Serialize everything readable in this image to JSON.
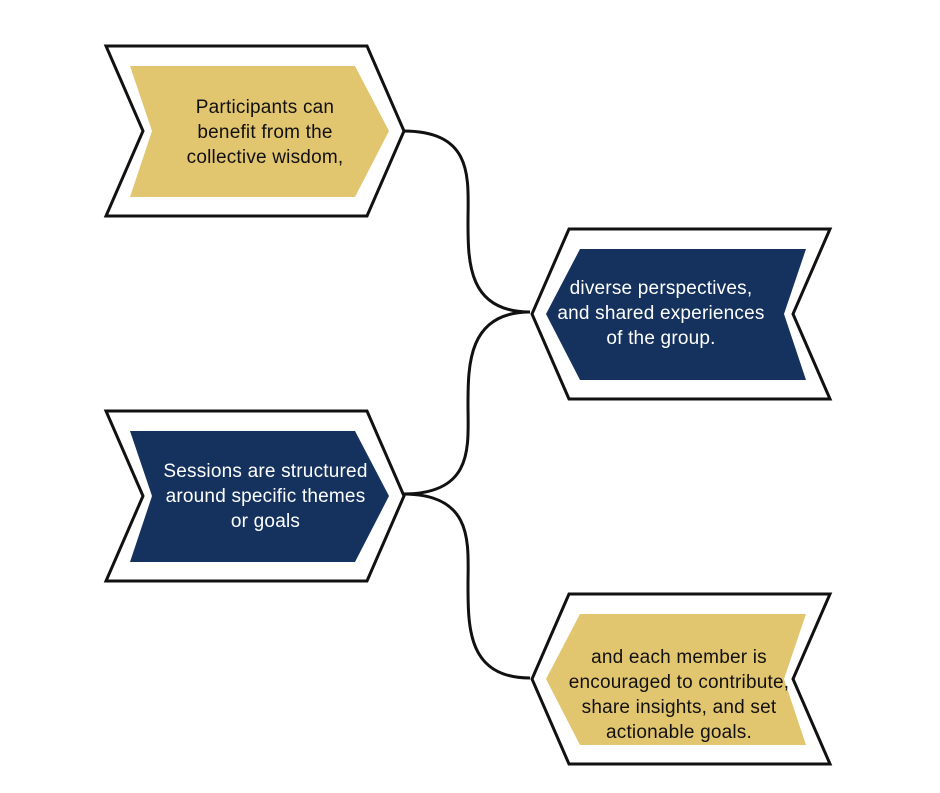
{
  "diagram": {
    "colors": {
      "gold": "#E2C56F",
      "navy": "#15325F",
      "outline": "#111111",
      "connector": "#111111"
    },
    "nodes": [
      {
        "id": "n1",
        "text": "Participants can benefit from the collective wisdom,",
        "fill": "gold",
        "direction": "right"
      },
      {
        "id": "n2",
        "text": "diverse perspectives, and shared experiences of the group.",
        "fill": "navy",
        "direction": "left"
      },
      {
        "id": "n3",
        "text": "Sessions are structured around specific themes or goals",
        "fill": "navy",
        "direction": "right"
      },
      {
        "id": "n4",
        "text": "and each member is encouraged to contribute, share insights, and set actionable goals.",
        "fill": "gold",
        "direction": "left"
      }
    ],
    "edges": [
      {
        "from": "n1",
        "to": "n2"
      },
      {
        "from": "n3",
        "to": "n2"
      },
      {
        "from": "n3",
        "to": "n4"
      }
    ]
  }
}
